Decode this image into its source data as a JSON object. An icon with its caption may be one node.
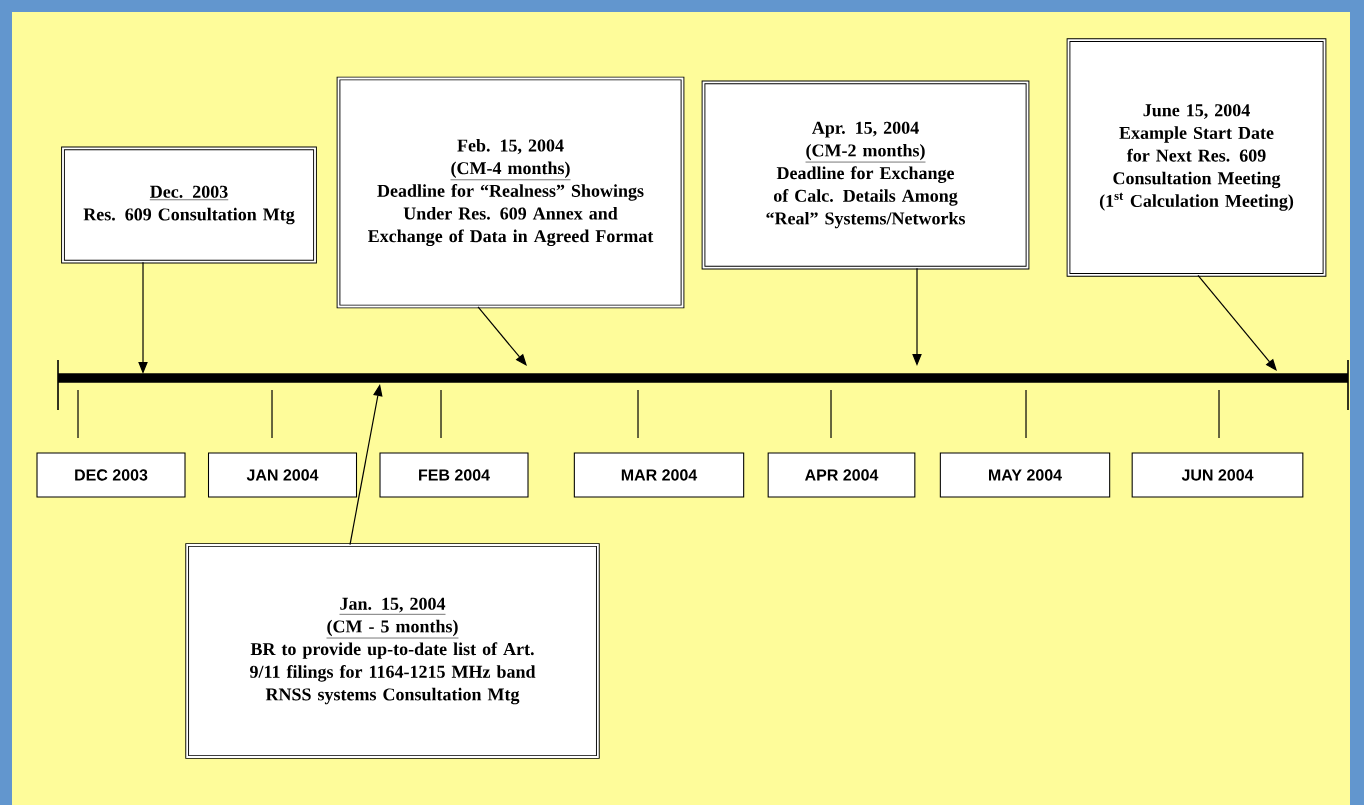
{
  "diagram": {
    "nodes": [
      {
        "text": [
          "Dec. 2003",
          "Res. 609 Consultation Mtg"
        ]
      },
      {
        "text": [
          "Feb. 15, 2004",
          "(CM-4 months)",
          "Deadline for “Realness” Showings Under Res. 609 Annex and Exchange of Data in Agreed Format"
        ]
      },
      {
        "text": [
          "Apr. 15, 2004",
          "(CM-2 months)",
          "Deadline for Exchange of Calc. Details Among “Real” Systems/Networks"
        ]
      },
      {
        "text": [
          "June 15, 2004",
          "Example Start Date for Next Res. 609 Consultation Meeting (1$^{st}$ Calculation Meeting)"
        ]
      },
      {
        "text": [
          "DEC 2003"
        ]
      },
      {
        "text": [
          "JAN 2004"
        ]
      },
      {
        "text": [
          "FEB 2004"
        ]
      },
      {
        "text": [
          "MAR 2004"
        ]
      },
      {
        "text": [
          "APR 2004"
        ]
      },
      {
        "text": [
          "MAY 2004"
        ]
      },
      {
        "text": [
          "JUN 2004"
        ]
      },
      {
        "text": [
          "Jan. 15, 2004",
          "(CM - 5 months)",
          "BR to provide up-to-date list of Art. 9/11 filings for 1164-1215 MHz band RNSS systems Consultation Mtg"
        ]
      }
    ],
    "edges": [
      {
        "from": 0,
        "to": null,
        "arrow": "to"
      },
      {
        "from": 1,
        "to": null,
        "arrow": "to"
      },
      {
        "from": 2,
        "to": null,
        "arrow": "to"
      },
      {
        "from": 3,
        "to": null,
        "arrow": "to"
      },
      {
        "from": 11,
        "to": null,
        "arrow": "to"
      }
    ]
  }
}
